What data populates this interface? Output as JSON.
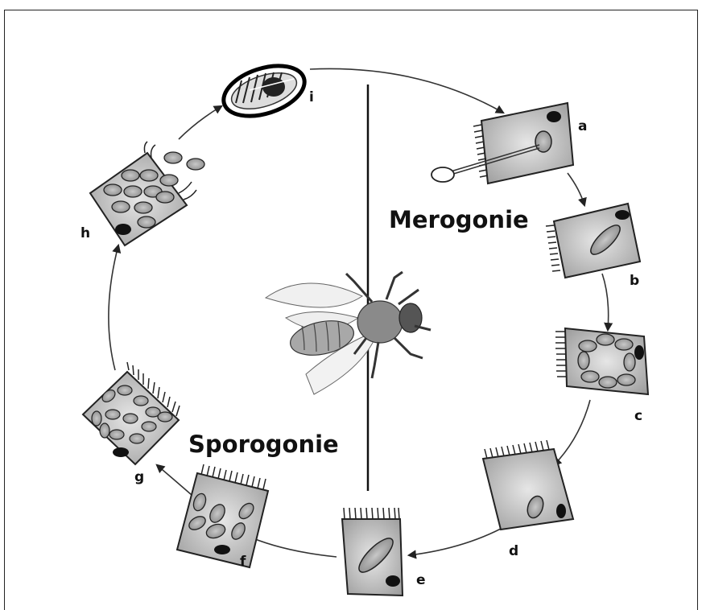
{
  "phases": {
    "merogonie": "Merogonie",
    "sporogonie": "Sporogonie"
  },
  "stages": {
    "a": "a",
    "b": "b",
    "c": "c",
    "d": "d",
    "e": "e",
    "f": "f",
    "g": "g",
    "h": "h",
    "i": "i"
  }
}
